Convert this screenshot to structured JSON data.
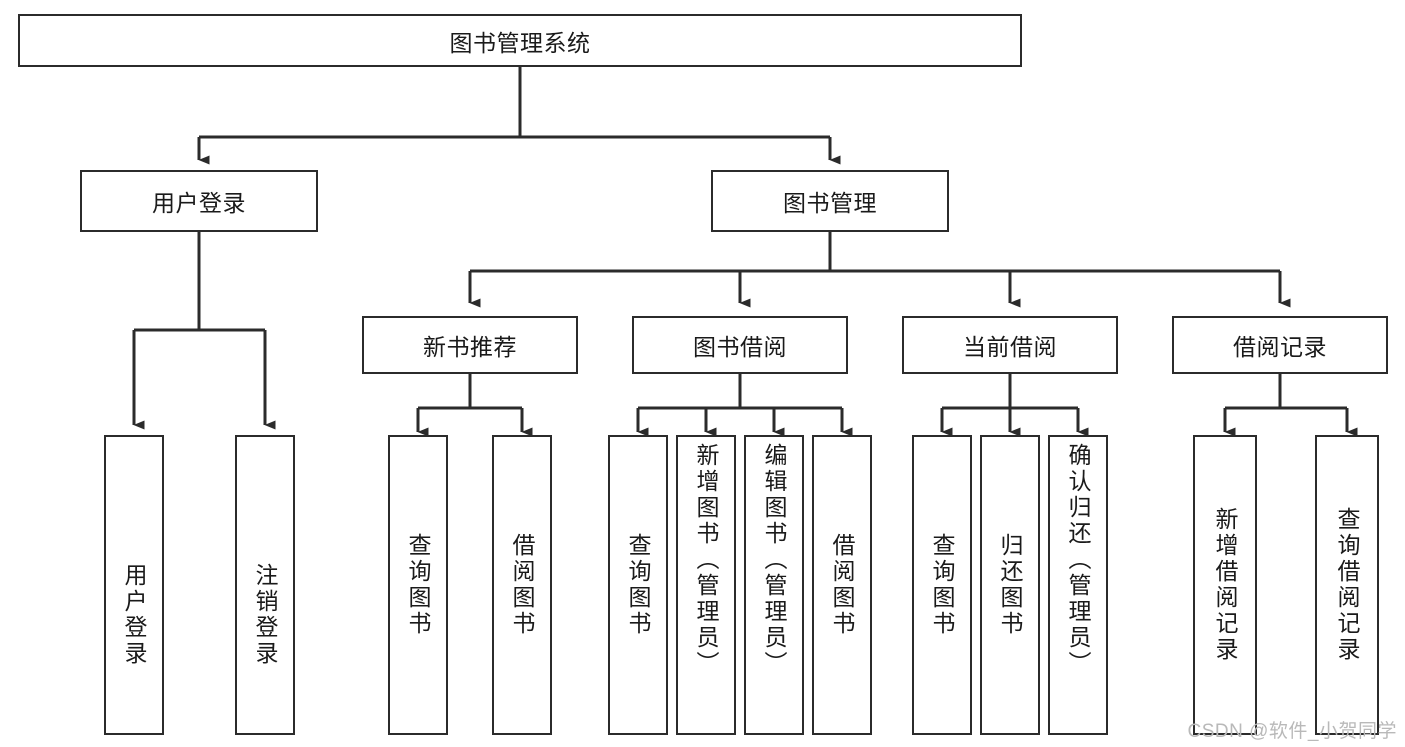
{
  "diagram": {
    "title": "图书管理系统",
    "type": "tree-hierarchy-diagram",
    "colors": {
      "box_border": "#2b2b2b",
      "box_fill": "#ffffff",
      "connector": "#2b2b2b",
      "watermark": "#b9b9b9",
      "background": "#ffffff"
    },
    "nodes": {
      "root": {
        "label": "图书管理系统"
      },
      "level2": [
        {
          "id": "user-login",
          "label": "用户登录"
        },
        {
          "id": "book-management",
          "label": "图书管理"
        }
      ],
      "level3": [
        {
          "id": "new-book-recommend",
          "label": "新书推荐"
        },
        {
          "id": "book-borrow",
          "label": "图书借阅"
        },
        {
          "id": "current-borrow",
          "label": "当前借阅"
        },
        {
          "id": "borrow-record",
          "label": "借阅记录"
        }
      ],
      "leaves": {
        "user-login": [
          {
            "id": "leaf-user-login",
            "label": "用户登录"
          },
          {
            "id": "leaf-logout-login",
            "label": "注销登录"
          }
        ],
        "new-book-recommend": [
          {
            "id": "leaf-query-book-1",
            "label": "查询图书"
          },
          {
            "id": "leaf-borrow-book-1",
            "label": "借阅图书"
          }
        ],
        "book-borrow": [
          {
            "id": "leaf-query-book-2",
            "label": "查询图书"
          },
          {
            "id": "leaf-add-book",
            "label": "新增图书（管理员）"
          },
          {
            "id": "leaf-edit-book",
            "label": "编辑图书（管理员）"
          },
          {
            "id": "leaf-borrow-book-2",
            "label": "借阅图书"
          }
        ],
        "current-borrow": [
          {
            "id": "leaf-query-book-3",
            "label": "查询图书"
          },
          {
            "id": "leaf-return-book",
            "label": "归还图书"
          },
          {
            "id": "leaf-confirm-return",
            "label": "确认归还（管理员）"
          }
        ],
        "borrow-record": [
          {
            "id": "leaf-add-record",
            "label": "新增借阅记录"
          },
          {
            "id": "leaf-query-record",
            "label": "查询借阅记录"
          }
        ]
      }
    },
    "watermark": "CSDN @软件_小贺同学"
  }
}
